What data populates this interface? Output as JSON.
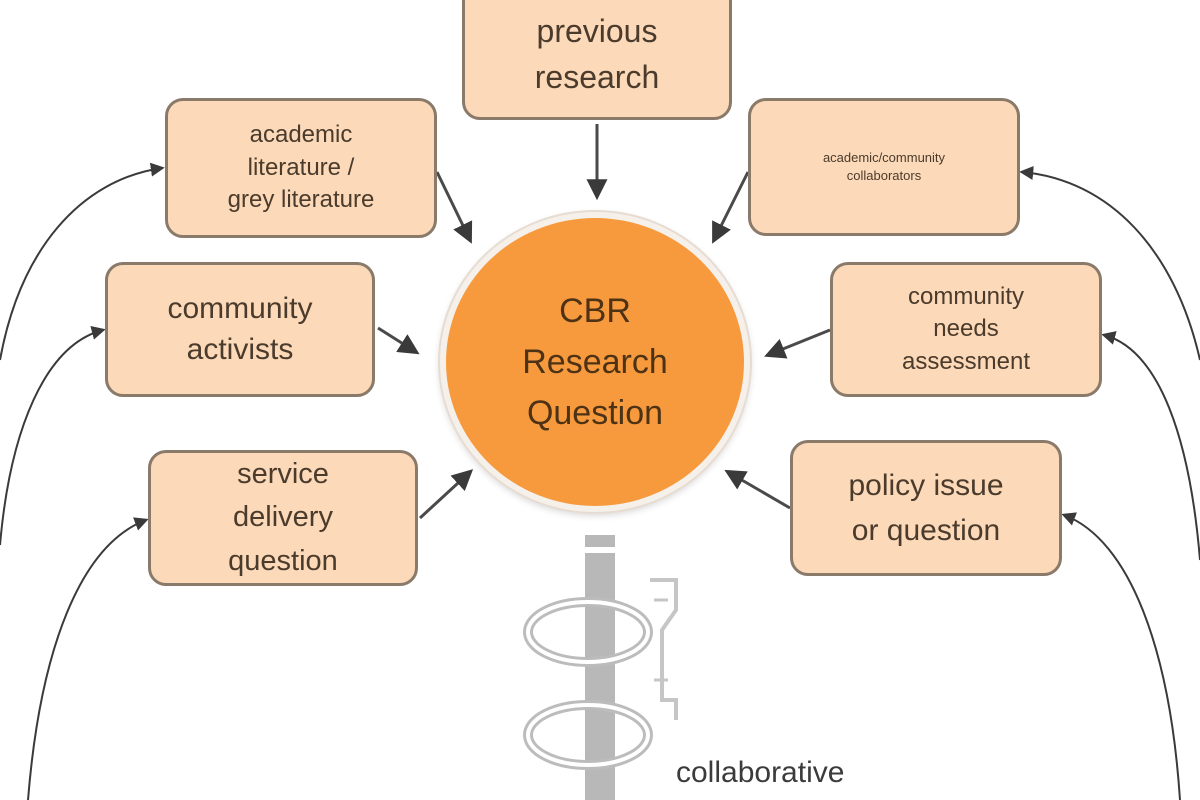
{
  "center": {
    "lines": [
      "CBR",
      "Research",
      "Question"
    ]
  },
  "sources": {
    "previous_research": [
      "previous",
      "research"
    ],
    "academic_literature": [
      "academic",
      "literature /",
      "grey literature"
    ],
    "academic_community": [
      "academic/community",
      "collaborators"
    ],
    "community_activists": [
      "community",
      "activists"
    ],
    "community_needs": [
      "community",
      "needs",
      "assessment"
    ],
    "service_delivery": [
      "service",
      "delivery",
      "question"
    ],
    "policy_issue": [
      "policy issue",
      "or question"
    ]
  },
  "caption": "collaborative",
  "colors": {
    "box_fill": "#fcd9b8",
    "box_border": "#8a7a6a",
    "center_fill": "#f79a3e",
    "arrow": "#3a3a3a"
  }
}
